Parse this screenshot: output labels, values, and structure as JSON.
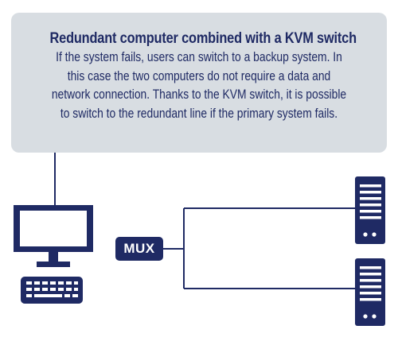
{
  "colors": {
    "navy": "#1f2a64",
    "callout_bg": "#d8dde2",
    "white": "#ffffff"
  },
  "callout": {
    "title": "Redundant computer combined with a KVM switch",
    "body_lines": [
      "If the system fails, users can switch to a backup system. In",
      "this case the two computers do not require a data and",
      "network connection. Thanks to the KVM switch, it is possible",
      "to switch to the redundant line if the primary system fails."
    ]
  },
  "mux": {
    "label": "MUX"
  },
  "icons": {
    "workstation": "monitor-and-keyboard-icon",
    "server_primary": "server-tower-icon",
    "server_backup": "server-tower-icon"
  }
}
